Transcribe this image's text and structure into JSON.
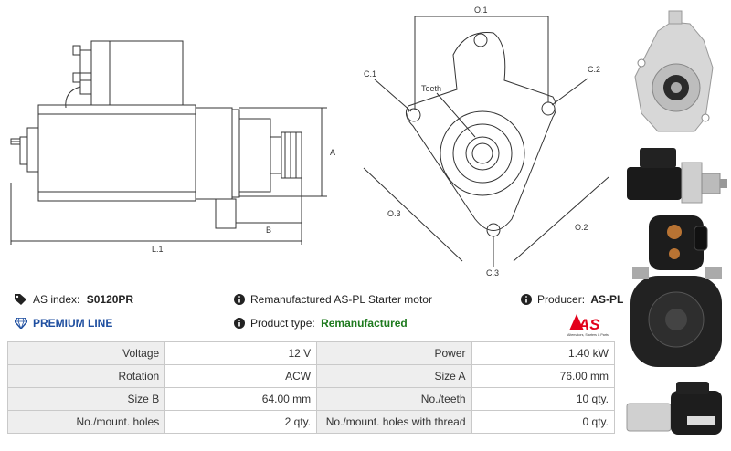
{
  "drawing": {
    "labels": {
      "o1": "O.1",
      "c1": "C.1",
      "c2": "C.2",
      "teeth": "Teeth",
      "o3": "O.3",
      "o2": "O.2",
      "c3": "C.3",
      "a": "A",
      "b": "B",
      "l1": "L.1"
    }
  },
  "info": {
    "as_index_label": "AS index:",
    "as_index_value": "S0120PR",
    "premium_line": "PREMIUM LINE",
    "description": "Remanufactured AS-PL Starter motor",
    "product_type_label": "Product type:",
    "product_type_value": "Remanufactured",
    "producer_label": "Producer:",
    "producer_value": "AS-PL",
    "logo_text": "AS",
    "logo_tagline": "Alternators, Starters & Parts"
  },
  "colors": {
    "premium": "#1f4fa0",
    "remanufactured": "#1e7a1e",
    "logo_red": "#e3001b"
  },
  "specs": [
    {
      "k1": "Voltage",
      "v1": "12 V",
      "k2": "Power",
      "v2": "1.40 kW"
    },
    {
      "k1": "Rotation",
      "v1": "ACW",
      "k2": "Size A",
      "v2": "76.00 mm"
    },
    {
      "k1": "Size B",
      "v1": "64.00 mm",
      "k2": "No./teeth",
      "v2": "10 qty."
    },
    {
      "k1": "No./mount. holes",
      "v1": "2 qty.",
      "k2": "No./mount. holes with thread",
      "v2": "0 qty."
    }
  ]
}
